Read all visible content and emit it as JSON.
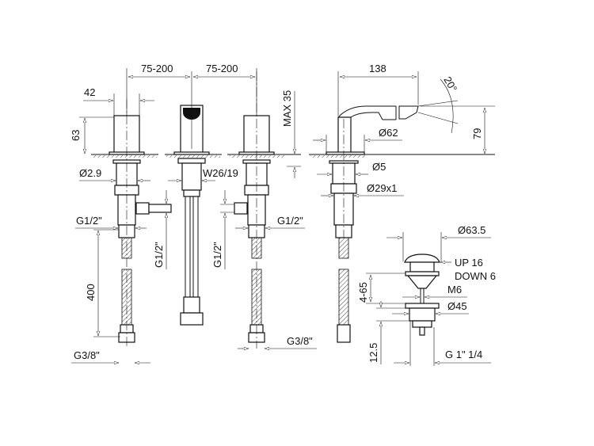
{
  "drawing": {
    "dimensions": {
      "spacing_left": "75-200",
      "spacing_right": "75-200",
      "handle_width": "42",
      "handle_height": "63",
      "max_deck": "MAX 35",
      "hole_dia": "Ø2.9",
      "spout_nut": "W26/19",
      "inlet_left": "G1/2\"",
      "inlet_right": "G1/2\"",
      "outlet_left_vertical": "G1/2\"",
      "outlet_right_vertical": "G1/2\"",
      "hose_length": "400",
      "hose_end_left": "G3/8\"",
      "hose_end_right": "G3/8\"",
      "spout_reach": "138",
      "spout_angle": "20°",
      "spout_height": "79",
      "flange_dia": "Ø62",
      "shank_dia": "Ø5",
      "thread": "Ø29x1"
    },
    "drain": {
      "cap_dia": "Ø63.5",
      "up": "UP 16",
      "down": "DOWN 6",
      "range": "4-65",
      "rod": "M6",
      "body_dia": "Ø45",
      "height": "12.5",
      "thread": "G 1\" 1/4"
    }
  }
}
